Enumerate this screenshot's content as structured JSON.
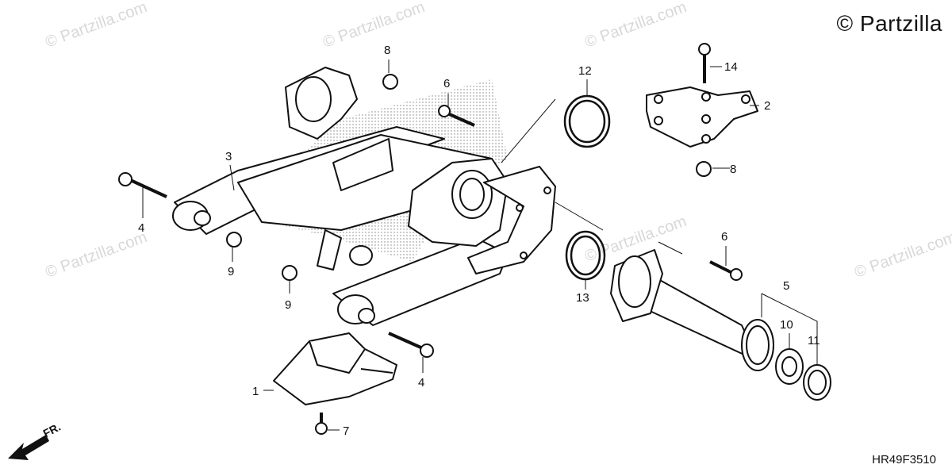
{
  "watermark_text": "© Partzilla.com",
  "copyright_text": "© Partzilla",
  "diagram_code": "HR49F3510",
  "front_indicator": "FR.",
  "callouts": [
    {
      "id": "c1",
      "text": "1"
    },
    {
      "id": "c2",
      "text": "2"
    },
    {
      "id": "c3",
      "text": "3"
    },
    {
      "id": "c4a",
      "text": "4"
    },
    {
      "id": "c4b",
      "text": "4"
    },
    {
      "id": "c5",
      "text": "5"
    },
    {
      "id": "c6a",
      "text": "6"
    },
    {
      "id": "c6b",
      "text": "6"
    },
    {
      "id": "c7",
      "text": "7"
    },
    {
      "id": "c8a",
      "text": "8"
    },
    {
      "id": "c8b",
      "text": "8"
    },
    {
      "id": "c9a",
      "text": "9"
    },
    {
      "id": "c9b",
      "text": "9"
    },
    {
      "id": "c10",
      "text": "10"
    },
    {
      "id": "c11",
      "text": "11"
    },
    {
      "id": "c12",
      "text": "12"
    },
    {
      "id": "c13",
      "text": "13"
    },
    {
      "id": "c14",
      "text": "14"
    }
  ]
}
